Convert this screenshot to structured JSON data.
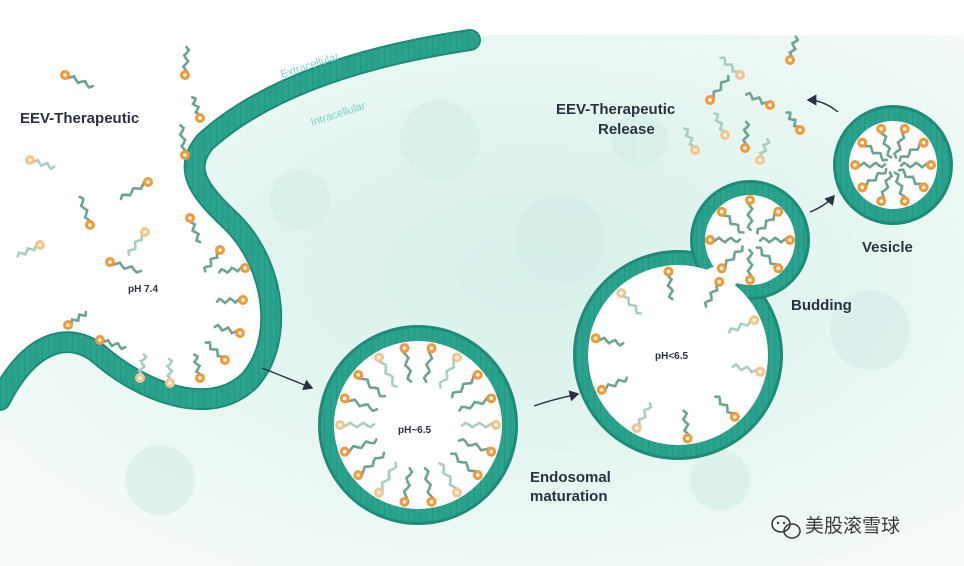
{
  "labels": {
    "eev_therapeutic": "EEV-Therapeutic",
    "extracellular": "Extracellular",
    "intracellular": "Intracellular",
    "ph_74": "pH 7.4",
    "ph_65_approx": "pH~6.5",
    "ph_lt_65": "pH<6.5",
    "endosomal_1": "Endosomal",
    "endosomal_2": "maturation",
    "budding": "Budding",
    "vesicle": "Vesicle",
    "release_1": "EEV-Therapeutic",
    "release_2": "Release"
  },
  "watermark": {
    "text": "美股滚雪球",
    "icon": "wechat-icon"
  },
  "colors": {
    "membrane": "#2aa38e",
    "membrane_dark": "#1e8a77",
    "cell_interior": "#e4f5f1",
    "peptide_orange": "#f19a3a",
    "peptide_light": "#f6c58e",
    "chain": "#6fa393",
    "text": "#2b3140",
    "arrow": "#2b3140"
  }
}
